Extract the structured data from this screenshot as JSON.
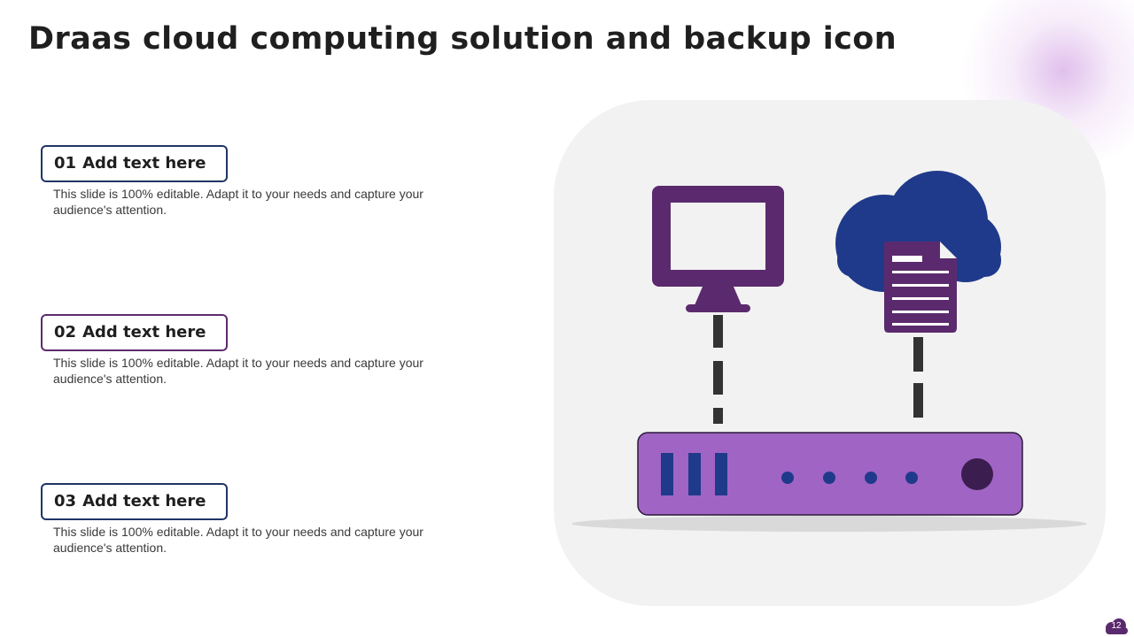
{
  "slide": {
    "title": "Draas cloud computing solution and backup icon",
    "page_number": "12"
  },
  "items": [
    {
      "number": "01",
      "label": "Add text here",
      "description": "This slide is 100% editable. Adapt it to your needs and capture your audience's attention."
    },
    {
      "number": "02",
      "label": "Add text here",
      "description": "This slide is 100% editable. Adapt it to your needs and capture your audience's attention."
    },
    {
      "number": "03",
      "label": "Add text here",
      "description": "This slide is 100% editable. Adapt it to your needs and capture your audience's attention."
    }
  ],
  "colors": {
    "dark_purple": "#5b2a6e",
    "light_purple": "#a064c4",
    "navy": "#1f3a8a",
    "connector": "#333333",
    "panel": "#f2f2f2"
  },
  "icons": [
    "monitor-icon",
    "cloud-icon",
    "document-icon",
    "server-icon"
  ]
}
